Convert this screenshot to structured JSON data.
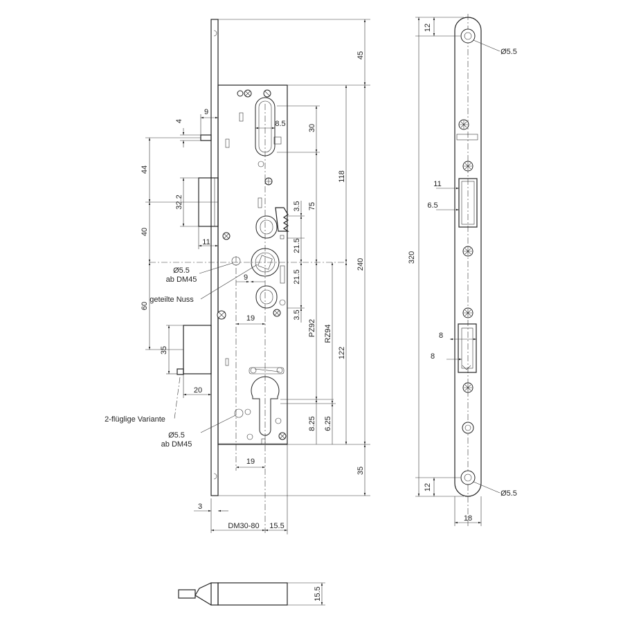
{
  "colors": {
    "line": "#222222",
    "background": "#ffffff"
  },
  "dims": {
    "d45": "45",
    "d9a": "9",
    "d4": "4",
    "d8_5": "8.5",
    "d30": "30",
    "d44": "44",
    "d32_2": "32.2",
    "d118": "118",
    "d3_5a": "3.5",
    "d75": "75",
    "d40": "40",
    "d11a": "11",
    "d21_5a": "21.5",
    "d240": "240",
    "d9b": "9",
    "d21_5b": "21.5",
    "d60": "60",
    "d19a": "19",
    "d3_5b": "3.5",
    "pz92": "PZ92",
    "rz94": "RZ94",
    "d35a": "35",
    "d122": "122",
    "d20": "20",
    "d8_25": "8.25",
    "d6_25": "6.25",
    "d19b": "19",
    "d35b": "35",
    "d3": "3",
    "dm": "DM30-80",
    "d15_5a": "15.5",
    "d15_5b": "15.5",
    "r12a": "12",
    "r320": "320",
    "r11": "11",
    "r6_5": "6.5",
    "r8a": "8",
    "r8b": "8",
    "r12b": "12",
    "r18": "18"
  },
  "labels": {
    "hole_dia": "Ø5.5",
    "hole_note": "ab DM45",
    "hole_dia2": "Ø5.5",
    "hole_note2": "ab DM45",
    "split_hub": "geteilte Nuss",
    "double_leaf": "2-flüglige Variante",
    "faceplate_hole_top": "Ø5.5",
    "faceplate_hole_bottom": "Ø5.5"
  }
}
